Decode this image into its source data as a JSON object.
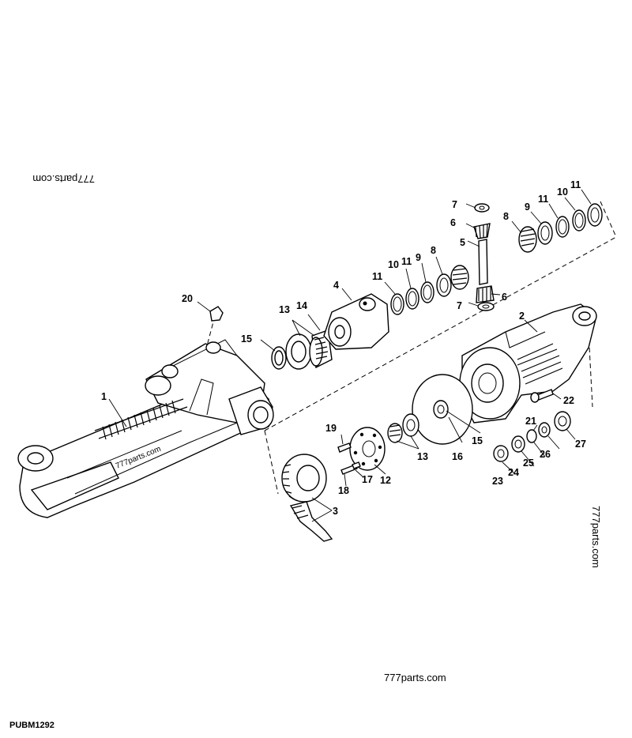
{
  "callouts": {
    "c1": "1",
    "c2": "2",
    "c3": "3",
    "c4": "4",
    "c5": "5",
    "c6a": "6",
    "c6b": "6",
    "c7a": "7",
    "c7b": "7",
    "c8a": "8",
    "c8b": "8",
    "c9a": "9",
    "c9b": "9",
    "c10a": "10",
    "c10b": "10",
    "c11a": "11",
    "c11b": "11",
    "c11c": "11",
    "c11d": "11",
    "c12": "12",
    "c13a": "13",
    "c13b": "13",
    "c14": "14",
    "c15a": "15",
    "c15b": "15",
    "c16": "16",
    "c17": "17",
    "c18": "18",
    "c19": "19",
    "c20": "20",
    "c21": "21",
    "c22": "22",
    "c23": "23",
    "c24": "24",
    "c25": "25",
    "c26": "26",
    "c27": "27"
  },
  "watermarks": {
    "top_left": "777parts.com",
    "right_vertical": "777parts.com",
    "bottom": "777parts.com",
    "on_axle": "777parts.com"
  },
  "drawing_code": "PUBM1292"
}
